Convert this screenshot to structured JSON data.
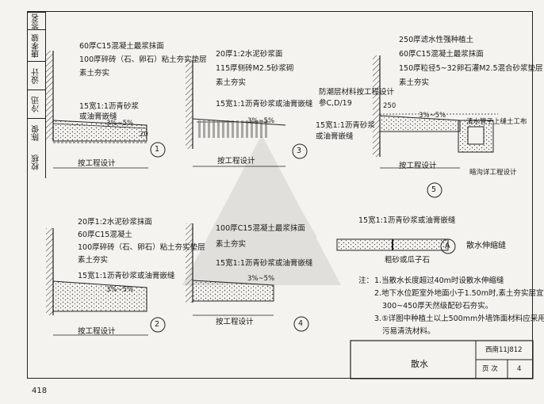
{
  "sidebar": {
    "cells": [
      "校核",
      "陈俊",
      "冷迅",
      "设计",
      "唐孝骏",
      "签名"
    ]
  },
  "details": {
    "d1": {
      "lines": [
        "60厚C15混凝土最浆抹面",
        "100厚碎砖（石、卵石）粘土夯实垫层",
        "素土夯实",
        "15宽1:1沥青砂浆",
        "或油膏嵌缝"
      ],
      "slope": "3%~5%",
      "dim": "20",
      "circle": "1",
      "label": "按工程设计"
    },
    "d2": {
      "lines": [
        "20厚1:2水泥砂浆抹面",
        "60厚C15混凝土",
        "100厚碎砖（石、卵石）粘土夯实垫层",
        "素土夯实",
        "15宽1:1沥青砂浆或油膏嵌缝"
      ],
      "slope": "3%~5%",
      "circle": "2",
      "label": "按工程设计"
    },
    "d3": {
      "lines": [
        "20厚1:2水泥砂浆面",
        "115厚侧砖M2.5砂浆砌",
        "素土夯实",
        "15宽1:1沥青砂浆或油膏嵌缝"
      ],
      "slope": "3%~5%",
      "circle": "3",
      "label": "按工程设计"
    },
    "d4": {
      "lines": [
        "100厚C15混凝土最浆抹面",
        "素土夯实",
        "15宽1:1沥青砂浆或油膏嵌缝"
      ],
      "slope": "3%~5%",
      "circle": "4",
      "label": "按工程设计"
    },
    "d5": {
      "lines": [
        "250厚滤水性强种植土",
        "60厚C15混凝土最浆抹面",
        "150厚粒径5~32卵石灌M2.5混合砂浆垫层",
        "素土夯实"
      ],
      "note1": "防潮层材料按工程设计",
      "note2": "参C,D/19",
      "note3": "15宽1:1沥青砂浆",
      "note4": "或油膏嵌缝",
      "dim": "250",
      "slope": "3%~5%",
      "drain": "清水管子上缝土工布",
      "drainLabel": "暗沟详工程设计",
      "circle": "5",
      "label": "按工程设计"
    },
    "dA": {
      "caption": "15宽1:1沥青砂浆或油膏嵌缝",
      "gravel": "粗砂或瓜子石",
      "circle": "A",
      "title": "散水伸缩缝"
    }
  },
  "notes": {
    "head": "注：",
    "items": [
      "1.当散水长度超过40m时设散水伸缩缝",
      "2.地下水位距室外地面小于1.50m时,素土夯实层宜改用",
      "300~450厚天然级配砂石夯实。",
      "3.⑤详图中种植土以上500mm外墙饰面材料应采用耐",
      "污易清洗材料。"
    ]
  },
  "titleblock": {
    "title": "散水",
    "code": "西南11J812",
    "page_label": "页 次",
    "page": "4"
  },
  "page_number": "418"
}
